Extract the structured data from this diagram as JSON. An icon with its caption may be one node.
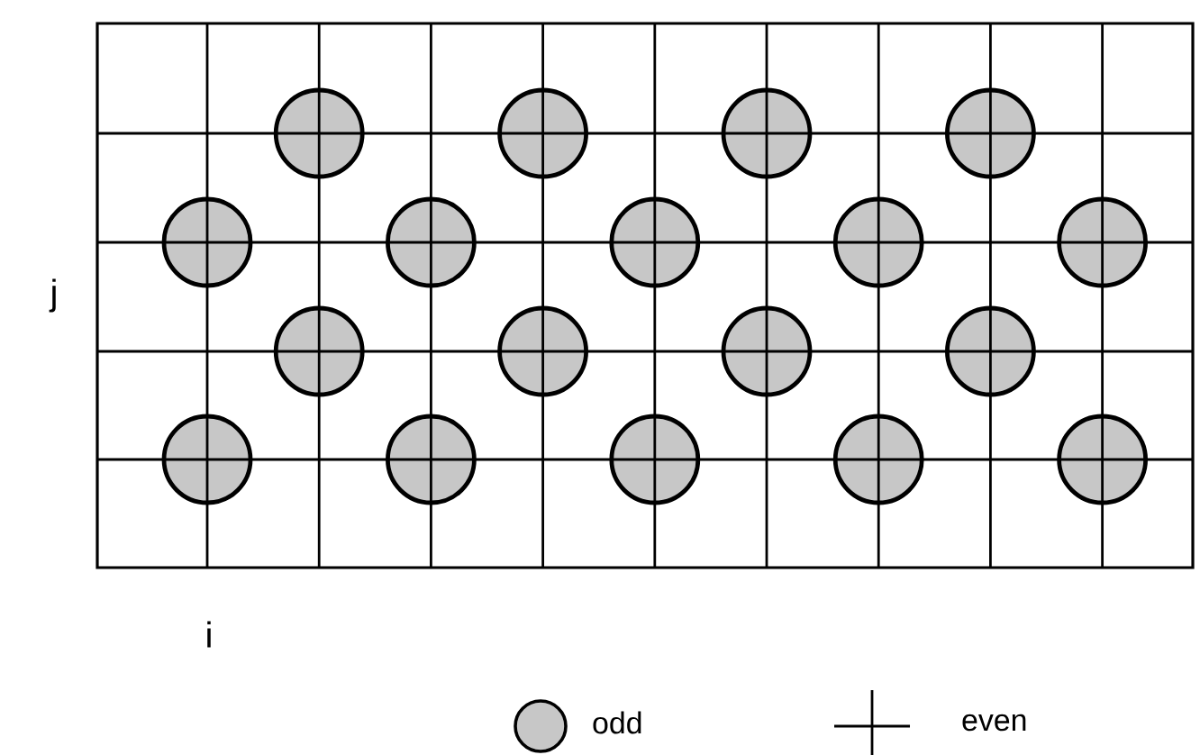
{
  "diagram": {
    "labels": [
      "j",
      "i"
    ],
    "legend": [
      {
        "text": "odd"
      },
      {
        "text": "even"
      }
    ]
  }
}
